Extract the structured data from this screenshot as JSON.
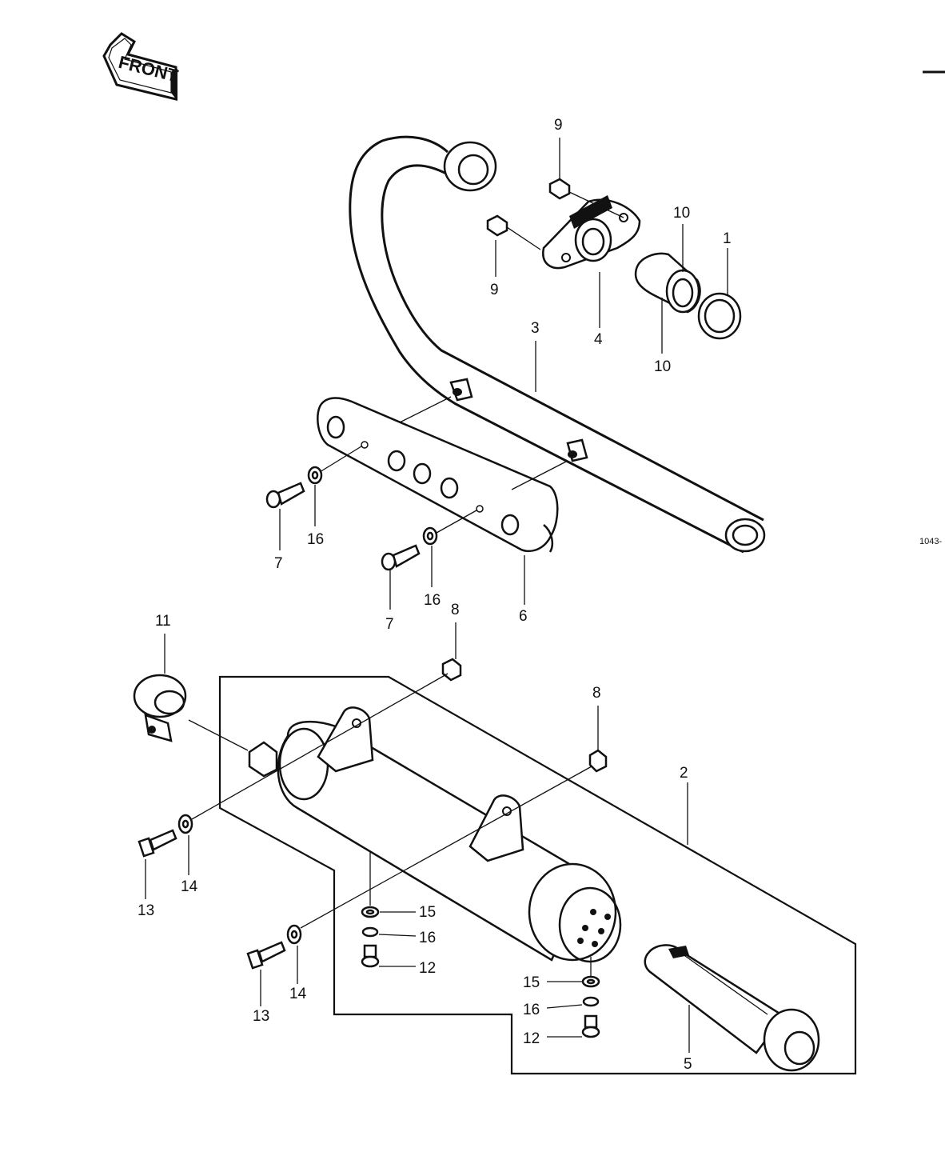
{
  "front_arrow_text": "FRONT",
  "code_label": "1043-",
  "labels": {
    "p1": "1",
    "p2": "2",
    "p3": "3",
    "p4": "4",
    "p5": "5",
    "p6": "6",
    "p7a": "7",
    "p7b": "7",
    "p8a": "8",
    "p8b": "8",
    "p9a": "9",
    "p9b": "9",
    "p10a": "10",
    "p10b": "10",
    "p11": "11",
    "p12a": "12",
    "p12b": "12",
    "p13a": "13",
    "p13b": "13",
    "p14a": "14",
    "p14b": "14",
    "p15a": "15",
    "p15b": "15",
    "p16a": "16",
    "p16b": "16",
    "p16c": "16",
    "p16d": "16"
  }
}
